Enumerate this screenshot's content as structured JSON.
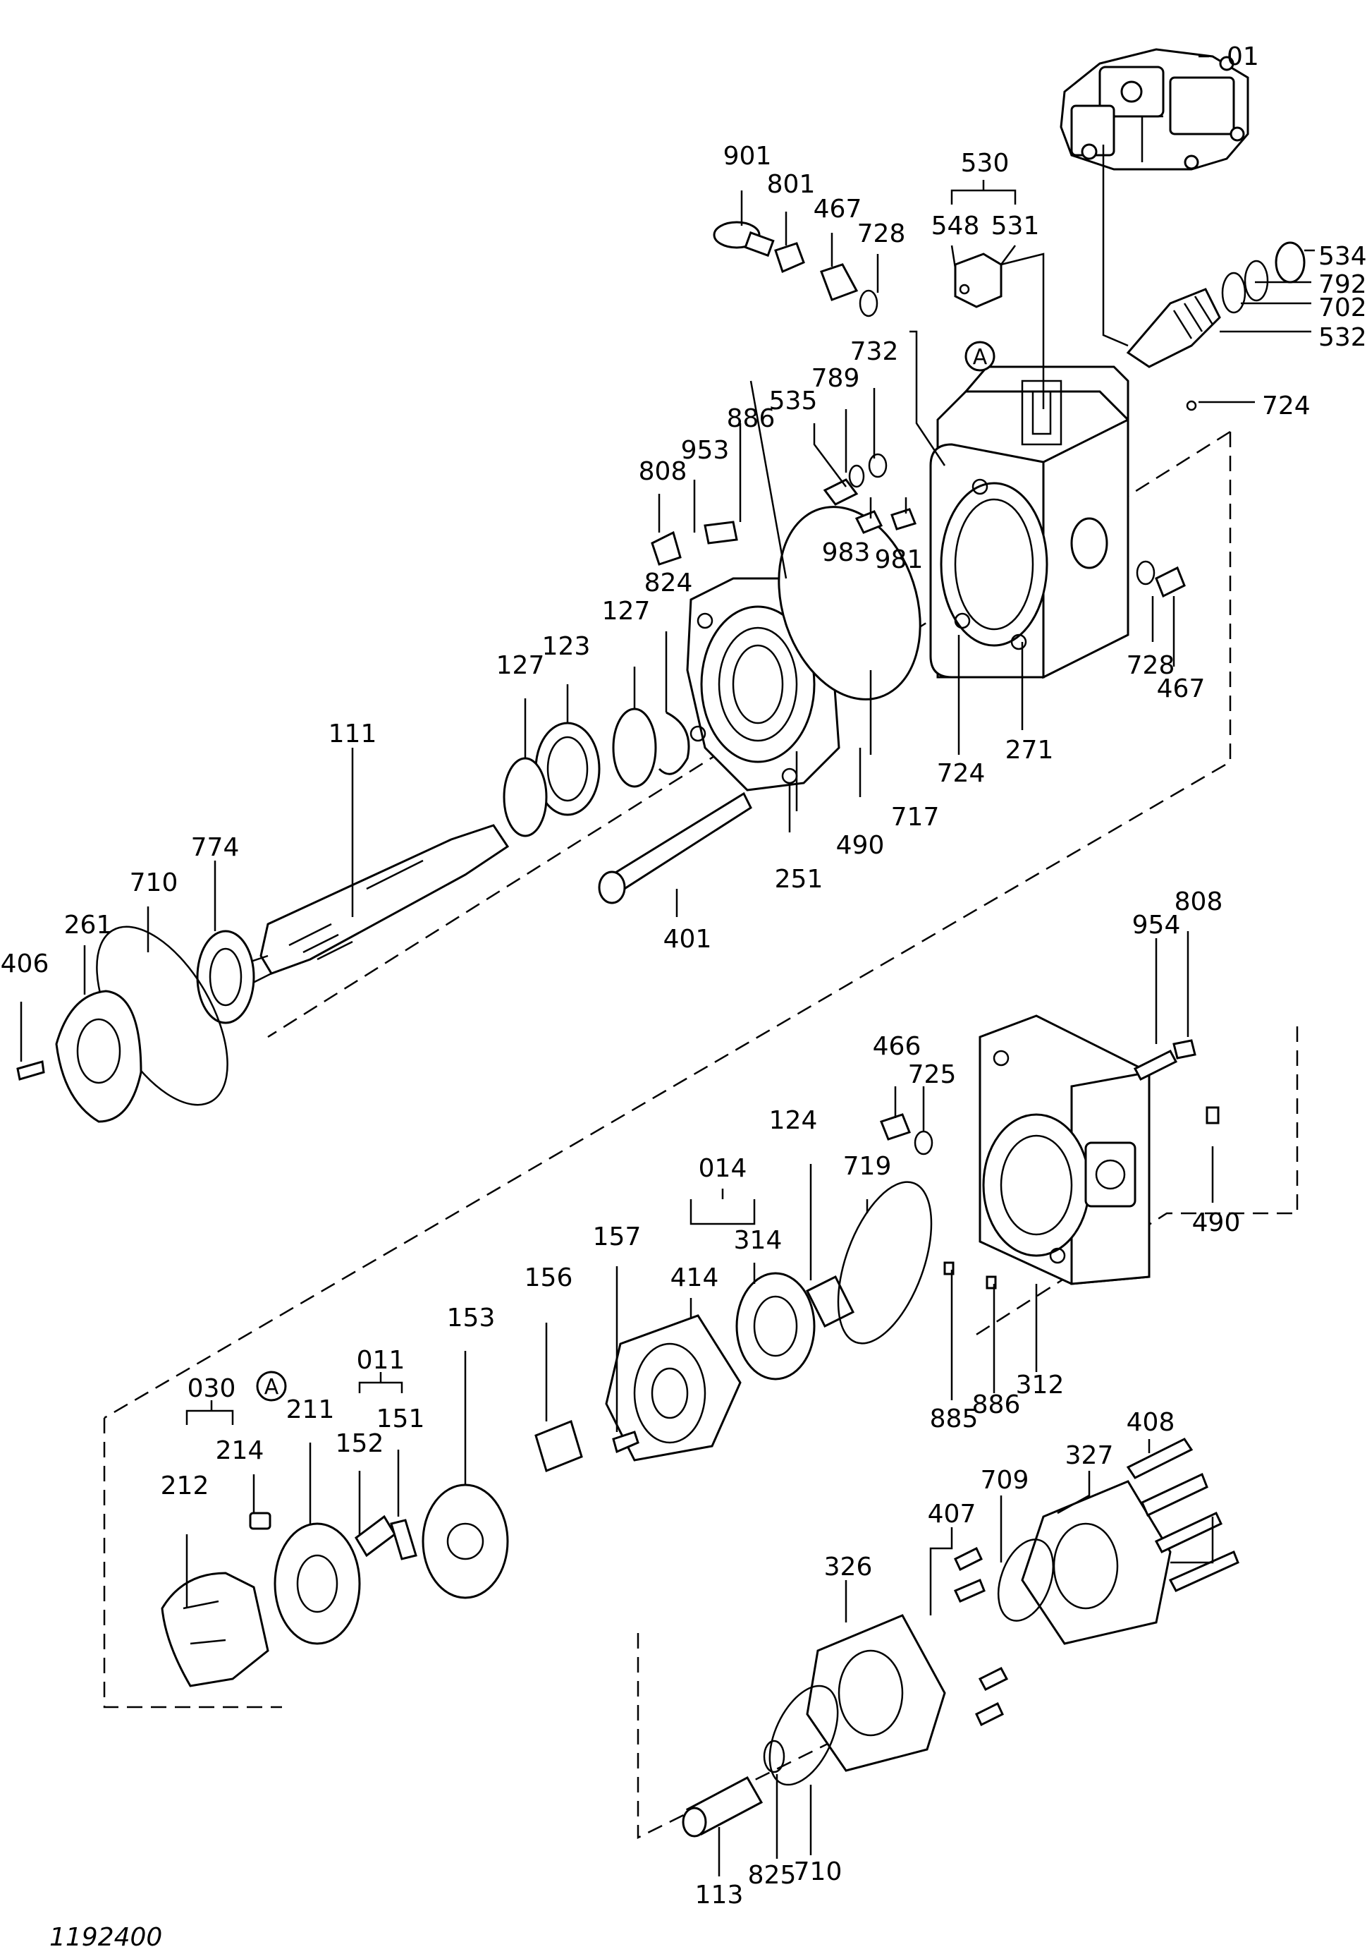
{
  "figure_id": "1192400",
  "ref_marker": "A",
  "labels": {
    "p01": "01",
    "p530": "530",
    "p548": "548",
    "p531": "531",
    "p901": "901",
    "p801": "801",
    "p467a": "467",
    "p728a": "728",
    "p534": "534",
    "p792": "792",
    "p702": "702",
    "p532": "532",
    "p724a": "724",
    "p732": "732",
    "p789": "789",
    "p535": "535",
    "p886a": "886",
    "p953": "953",
    "p808a": "808",
    "p983": "983",
    "p981": "981",
    "p824": "824",
    "p127a": "127",
    "p123": "123",
    "p127b": "127",
    "p728b": "728",
    "p467b": "467",
    "p111": "111",
    "p724b": "724",
    "p271": "271",
    "p490a": "490",
    "p717": "717",
    "p251": "251",
    "p774": "774",
    "p710a": "710",
    "p261": "261",
    "p406": "406",
    "p401": "401",
    "p954": "954",
    "p808b": "808",
    "p466": "466",
    "p725": "725",
    "p124": "124",
    "p719": "719",
    "p014": "014",
    "p314": "314",
    "p414": "414",
    "p157": "157",
    "p156": "156",
    "p153": "153",
    "p490b": "490",
    "p011": "011",
    "p030": "030",
    "p211": "211",
    "p151": "151",
    "p152": "152",
    "p214": "214",
    "p212": "212",
    "p885": "885",
    "p886b": "886",
    "p312": "312",
    "p408": "408",
    "p327": "327",
    "p709": "709",
    "p407": "407",
    "p326": "326",
    "p825": "825",
    "p710b": "710",
    "p113": "113"
  }
}
